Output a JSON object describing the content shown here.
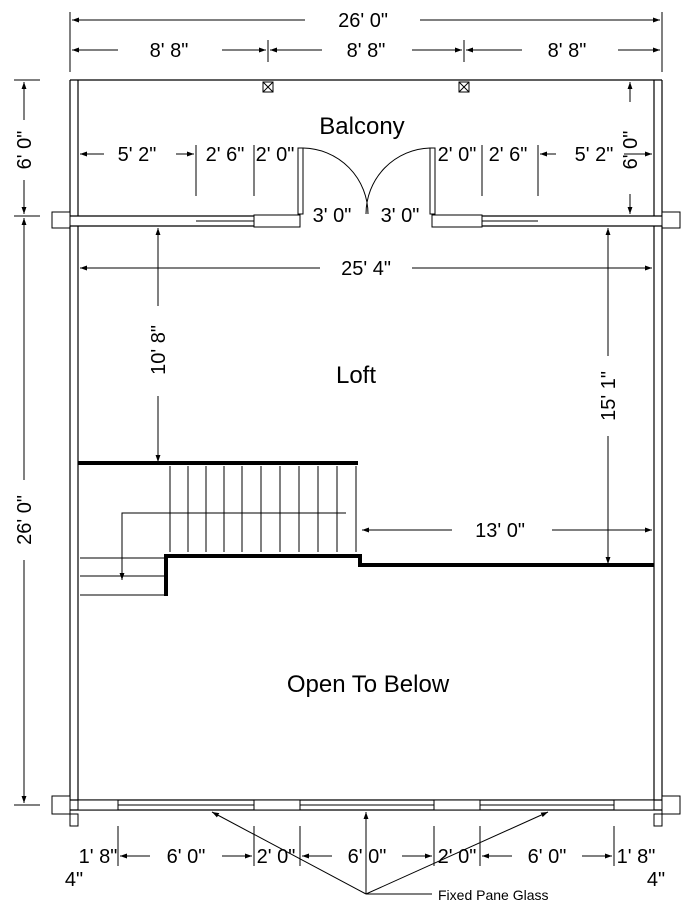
{
  "rooms": {
    "balcony": "Balcony",
    "loft": "Loft",
    "open_to_below": "Open To Below"
  },
  "dimensions": {
    "overall_width": "26' 0\"",
    "third_left": "8' 8\"",
    "third_mid": "8' 8\"",
    "third_right": "8' 8\"",
    "balcony_depth_left": "6' 0\"",
    "balcony_depth_right": "6' 0\"",
    "balcony_wall_left": "5' 2\"",
    "balcony_window_left": "2' 6\"",
    "balcony_sidelite_left": "2' 0\"",
    "balcony_sidelite_right": "2' 0\"",
    "balcony_window_right": "2' 6\"",
    "balcony_wall_right": "5' 2\"",
    "door_left": "3' 0\"",
    "door_right": "3' 0\"",
    "loft_interior_width": "25' 4\"",
    "loft_depth_left": "10' 8\"",
    "loft_depth_right": "15' 1\"",
    "overall_depth": "26' 0\"",
    "loft_ledge": "13' 0\"",
    "bottom_end_left": "1' 8\"",
    "bottom_pane_1": "6' 0\"",
    "bottom_gap_1": "2' 0\"",
    "bottom_pane_2": "6' 0\"",
    "bottom_gap_2": "2' 0\"",
    "bottom_pane_3": "6' 0\"",
    "bottom_end_right": "1' 8\"",
    "log_thickness_left": "4\"",
    "log_thickness_right": "4\""
  },
  "notes": {
    "fixed_pane_glass": "Fixed Pane Glass"
  }
}
